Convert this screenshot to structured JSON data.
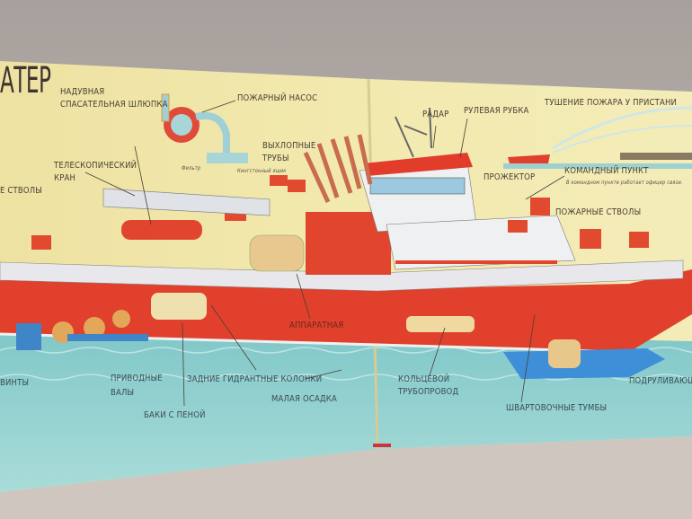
{
  "book_spread": {
    "title_fragment": "АТЕР",
    "labels": {
      "lifeboat": [
        "НАДУВНАЯ",
        "СПАСАТЕЛЬНАЯ ШЛЮПКА"
      ],
      "fire_pump": "ПОЖАРНЫЙ НАСОС",
      "filter": "Фильтр",
      "sea_chest": "Кингстонный ящик",
      "exhaust": [
        "ВЫХЛОПНЫЕ",
        "ТРУБЫ"
      ],
      "crane": [
        "ТЕЛЕСКОПИЧЕСКИЙ",
        "КРАН"
      ],
      "monitors_left": "Е СТВОЛЫ",
      "radar": "РАДАР",
      "wheelhouse": "РУЛЕВАЯ РУБКА",
      "pier_fire": "ТУШЕНИЕ ПОЖАРА У ПРИСТАНИ",
      "searchlight": "ПРОЖЕКТОР",
      "command_post": "КОМАНДНЫЙ ПУНКТ",
      "command_post_text": "В командном пункте работает офицер связи.",
      "monitors_right": "ПОЖАРНЫЕ СТВОЛЫ",
      "engine_room": "АППАРАТНАЯ",
      "propellers": "ВИНТЫ",
      "shafts": [
        "ПРИВОДНЫЕ",
        "ВАЛЫ"
      ],
      "hydrants": "ЗАДНИЕ ГИДРАНТНЫЕ КОЛОНКИ",
      "draft": "МАЛАЯ ОСАДКА",
      "foam": "БАКИ С ПЕНОЙ",
      "ring_main": [
        "КОЛЬЦЕВОЙ",
        "ТРУБОПРОВОД"
      ],
      "bollards": "ШВАРТОВОЧНЫЕ ТУМБЫ",
      "thruster": "ПОДРУЛИВАЮЩИ"
    },
    "colors": {
      "paper": "#f1e7a8",
      "sea": "#8fd0cf",
      "hull": "#e0402c",
      "wall": "#b9b2ad"
    }
  }
}
